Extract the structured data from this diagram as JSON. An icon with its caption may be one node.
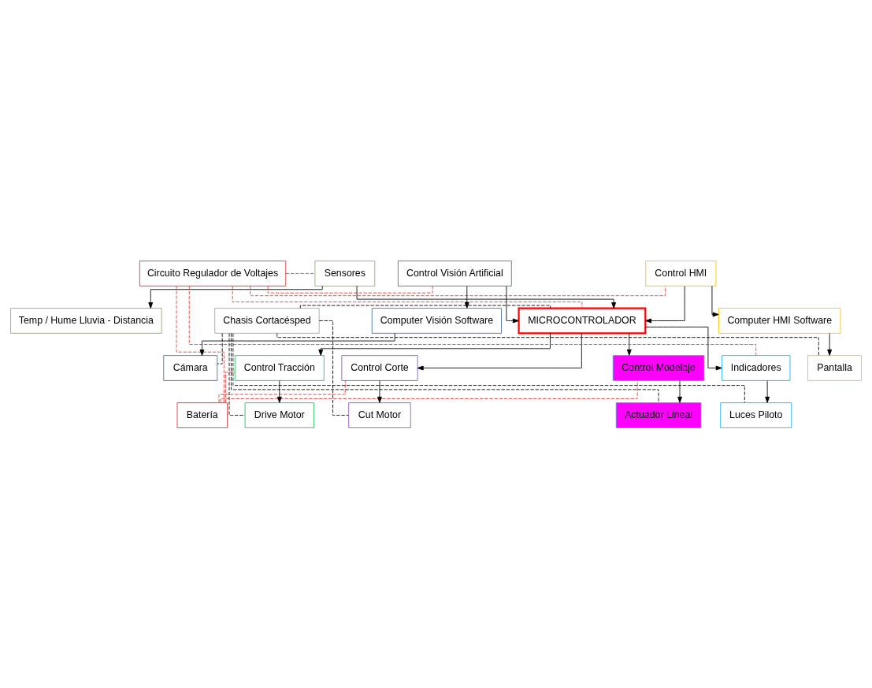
{
  "diagram": {
    "nodes": [
      {
        "text": [
          "Batería"
        ]
      },
      {
        "text": [
          "Drive Motor"
        ]
      },
      {
        "text": [
          "Cut Motor"
        ]
      },
      {
        "text": [
          "Actuador Lineal"
        ]
      },
      {
        "text": [
          "Control Tracción"
        ]
      },
      {
        "text": [
          "Control Corte"
        ]
      },
      {
        "text": [
          "Control Modelaje"
        ]
      },
      {
        "text": [
          "Chasis Cortacésped"
        ]
      },
      {
        "text": [
          "MICROCONTROLADOR"
        ]
      },
      {
        "text": [
          "Circuito Regulador de Voltajes"
        ]
      },
      {
        "text": [
          "Sensores"
        ]
      },
      {
        "text": [
          "Control Visión Artificial"
        ]
      },
      {
        "text": [
          "Control HMI"
        ]
      },
      {
        "text": [
          "Temp / Hume Lluvia - Distancia"
        ]
      },
      {
        "text": [
          "Computer Visión Software"
        ]
      },
      {
        "text": [
          "Computer HMI Software"
        ]
      },
      {
        "text": [
          "Indicadores"
        ]
      },
      {
        "text": [
          "Cámara"
        ]
      },
      {
        "text": [
          "Pantalla"
        ]
      },
      {
        "text": [
          "Luces Piloto"
        ]
      }
    ],
    "edges": [
      {
        "from": 4,
        "to": 1,
        "arrow": "to"
      },
      {
        "from": 5,
        "to": 2,
        "arrow": "to"
      },
      {
        "from": 6,
        "to": 3,
        "arrow": "to"
      },
      {
        "from": 8,
        "to": 4,
        "arrow": "to"
      },
      {
        "from": 8,
        "to": 5,
        "arrow": "to"
      },
      {
        "from": 8,
        "to": 6,
        "arrow": "to"
      },
      {
        "from": 10,
        "to": 8,
        "arrow": "to"
      },
      {
        "from": 11,
        "to": 8,
        "arrow": "to"
      },
      {
        "from": 12,
        "to": 8,
        "arrow": "to"
      },
      {
        "from": 10,
        "to": 13,
        "arrow": "to"
      },
      {
        "from": 11,
        "to": 14,
        "arrow": "to"
      },
      {
        "from": 12,
        "to": 15,
        "arrow": "to"
      },
      {
        "from": 14,
        "to": 17,
        "arrow": "to"
      },
      {
        "from": 15,
        "to": 18,
        "arrow": "to"
      },
      {
        "from": 8,
        "to": 16,
        "arrow": "to"
      },
      {
        "from": 16,
        "to": 19,
        "arrow": "to"
      },
      {
        "from": 0,
        "to": 9,
        "arrow": "none",
        "style": "dashed",
        "color": "#e03c3c"
      },
      {
        "from": 0,
        "to": 4,
        "arrow": "none",
        "style": "dashed",
        "color": "#e03c3c"
      },
      {
        "from": 0,
        "to": 5,
        "arrow": "none",
        "style": "dashed",
        "color": "#e03c3c"
      },
      {
        "from": 0,
        "to": 6,
        "arrow": "none",
        "style": "dashed",
        "color": "#e03c3c"
      },
      {
        "from": 9,
        "to": 10,
        "arrow": "none",
        "style": "dashed",
        "color": "#e03c3c"
      },
      {
        "from": 9,
        "to": 8,
        "arrow": "none",
        "style": "dashed",
        "color": "#e03c3c"
      },
      {
        "from": 9,
        "to": 11,
        "arrow": "none",
        "style": "dashed",
        "color": "#e03c3c"
      },
      {
        "from": 9,
        "to": 12,
        "arrow": "none",
        "style": "dashed",
        "color": "#e03c3c"
      },
      {
        "from": 9,
        "to": 16,
        "arrow": "none",
        "style": "dashed",
        "color": "#e03c3c"
      },
      {
        "from": 7,
        "to": 1,
        "arrow": "none",
        "style": "dashed"
      },
      {
        "from": 7,
        "to": 2,
        "arrow": "none",
        "style": "dashed"
      },
      {
        "from": 7,
        "to": 3,
        "arrow": "none",
        "style": "dashed"
      },
      {
        "from": 7,
        "to": 8,
        "arrow": "none",
        "style": "dashed"
      },
      {
        "from": 7,
        "to": 17,
        "arrow": "none",
        "style": "dashed"
      },
      {
        "from": 7,
        "to": 18,
        "arrow": "none",
        "style": "dashed"
      },
      {
        "from": 7,
        "to": 19,
        "arrow": "none",
        "style": "dashed"
      }
    ]
  }
}
